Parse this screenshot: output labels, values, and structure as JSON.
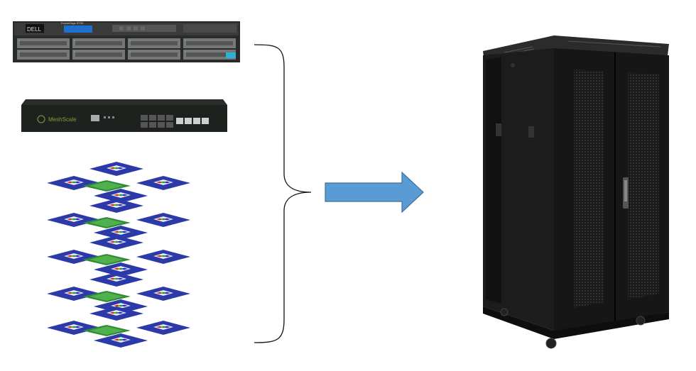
{
  "server": {
    "brand_text": "DELL",
    "model_text": "PowerEdge R730"
  },
  "switch": {
    "brand_text": "MeshScale"
  },
  "colors": {
    "arrow_fill": "#5b9bd5",
    "arrow_stroke": "#41719c",
    "cabinet_body": "#1c1c1c",
    "board_blue": "#2b3aa8",
    "board_green": "#2f8a35"
  }
}
